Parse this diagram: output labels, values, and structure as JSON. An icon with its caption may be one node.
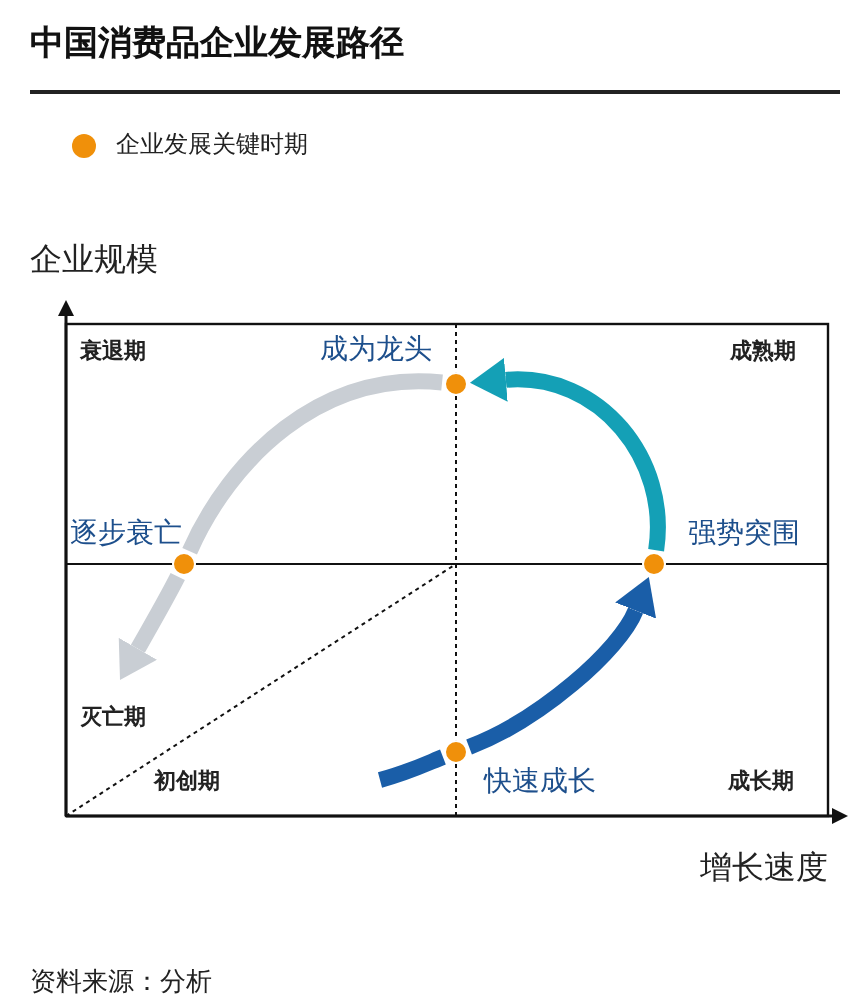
{
  "diagram": {
    "title": "中国消费品企业发展路径",
    "caption": "资料来源：分析",
    "nodes": [
      {
        "text": [],
        "shape": "circle",
        "beside": [
          "快速成长"
        ]
      },
      {
        "text": [],
        "shape": "circle",
        "beside": [
          "强势突围"
        ]
      },
      {
        "text": [],
        "shape": "circle",
        "beside": [
          "成为龙头"
        ]
      },
      {
        "text": [],
        "shape": "circle",
        "beside": [
          "逐步衰亡"
        ]
      }
    ],
    "edges": [
      {
        "from": null,
        "to": 0,
        "arrow": "none",
        "color": "#1a5ea8"
      },
      {
        "from": 0,
        "to": 1,
        "arrow": "to",
        "color": "#1a5ea8"
      },
      {
        "from": 1,
        "to": 2,
        "arrow": "to",
        "color": "#14a0b6"
      },
      {
        "from": 2,
        "to": 3,
        "arrow": "none",
        "color": "#c9ced4"
      },
      {
        "from": 3,
        "to": null,
        "arrow": "to",
        "color": "#c9ced4"
      }
    ],
    "labels": [
      "企业规模",
      "衰退期",
      "成熟期",
      "灭亡期",
      "初创期",
      "成长期",
      "增长速度"
    ],
    "legend": [
      {
        "text": "企业发展关键时期",
        "color": "#f0900a"
      }
    ]
  }
}
